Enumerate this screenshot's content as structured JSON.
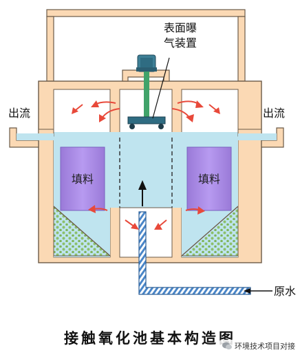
{
  "labels": {
    "aerator_line1": "表面曝",
    "aerator_line2": "气装置",
    "outflow_left": "出流",
    "outflow_right": "出流",
    "filler_left": "填料",
    "filler_right": "填料",
    "raw_water": "原水"
  },
  "caption": "接触氧化池基本构造图",
  "watermark": "环境技术项目对接",
  "colors": {
    "wall": "#fbd9b4",
    "wall_stroke": "#6b5a48",
    "water": "#bfe4ef",
    "filler": "#9a79d6",
    "sediment": "#cfe7c8",
    "arrow": "#e8493a"
  }
}
